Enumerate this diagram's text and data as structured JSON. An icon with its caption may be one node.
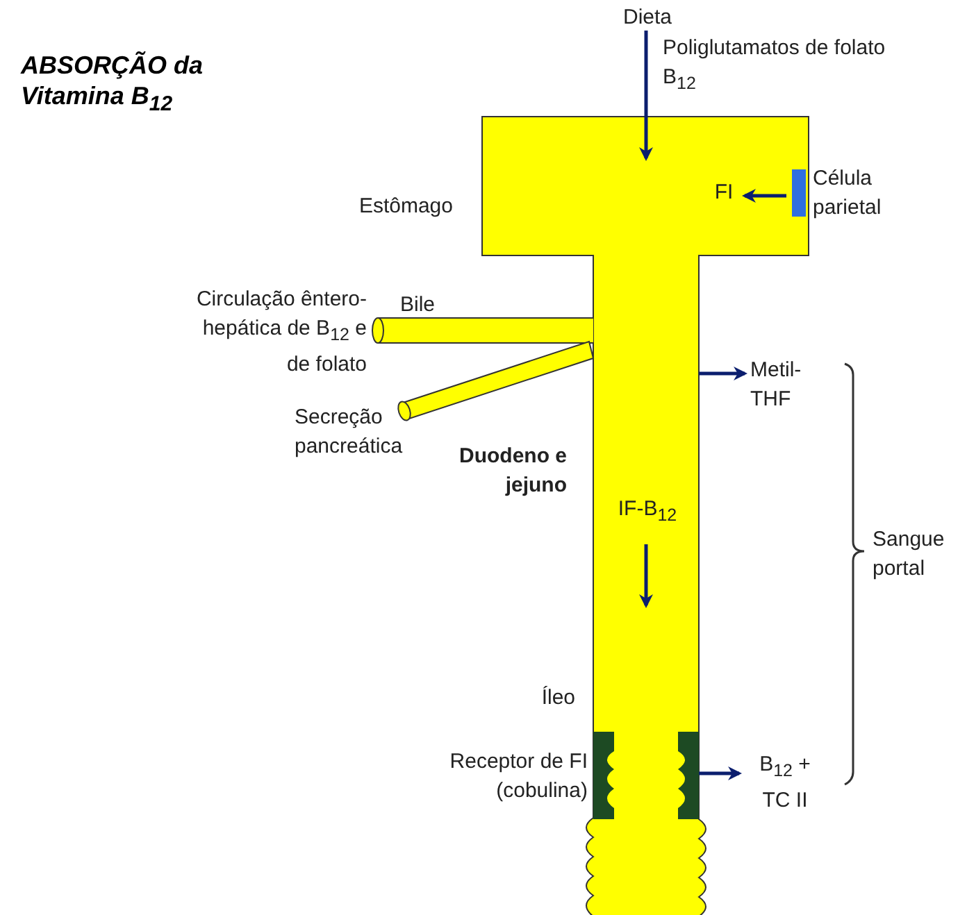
{
  "diagram": {
    "title": "ABSORÇÃO da Vitamina B$_{12}$",
    "nodes": [
      {
        "text": [
          "Dieta"
        ]
      },
      {
        "text": [
          "Estômago",
          "Duodeno e jejuno",
          "Íleo"
        ]
      },
      {
        "text": [
          "Célula parietal"
        ],
        "in": 1
      },
      {
        "text": [
          "FI"
        ],
        "in": 1
      },
      {
        "text": [
          "Circulação êntero-hepática de B$_{12}$ e de folato",
          "Bile"
        ]
      },
      {
        "text": [
          "Secreção pancreática"
        ]
      },
      {
        "text": [
          "Metil-THF"
        ]
      },
      {
        "text": [
          "IF-B$_{12}$"
        ],
        "in": 1
      },
      {
        "text": [
          "Receptor de FI (cobulina)"
        ],
        "in": 1
      },
      {
        "text": [],
        "shape": "bar",
        "in": 1
      },
      {
        "text": [
          "B$_{12}$ + TC II"
        ]
      }
    ],
    "edges": [
      {
        "from": 0,
        "to": 1,
        "arrow": "to",
        "label": "Poliglutamatos de folato B$_{12}$"
      },
      {
        "from": 2,
        "to": 3,
        "arrow": "to"
      },
      {
        "from": 1,
        "to": 6,
        "arrow": "to"
      },
      {
        "from": 9,
        "to": 10,
        "arrow": "to"
      }
    ],
    "labels": [
      "Sangue portal"
    ]
  }
}
